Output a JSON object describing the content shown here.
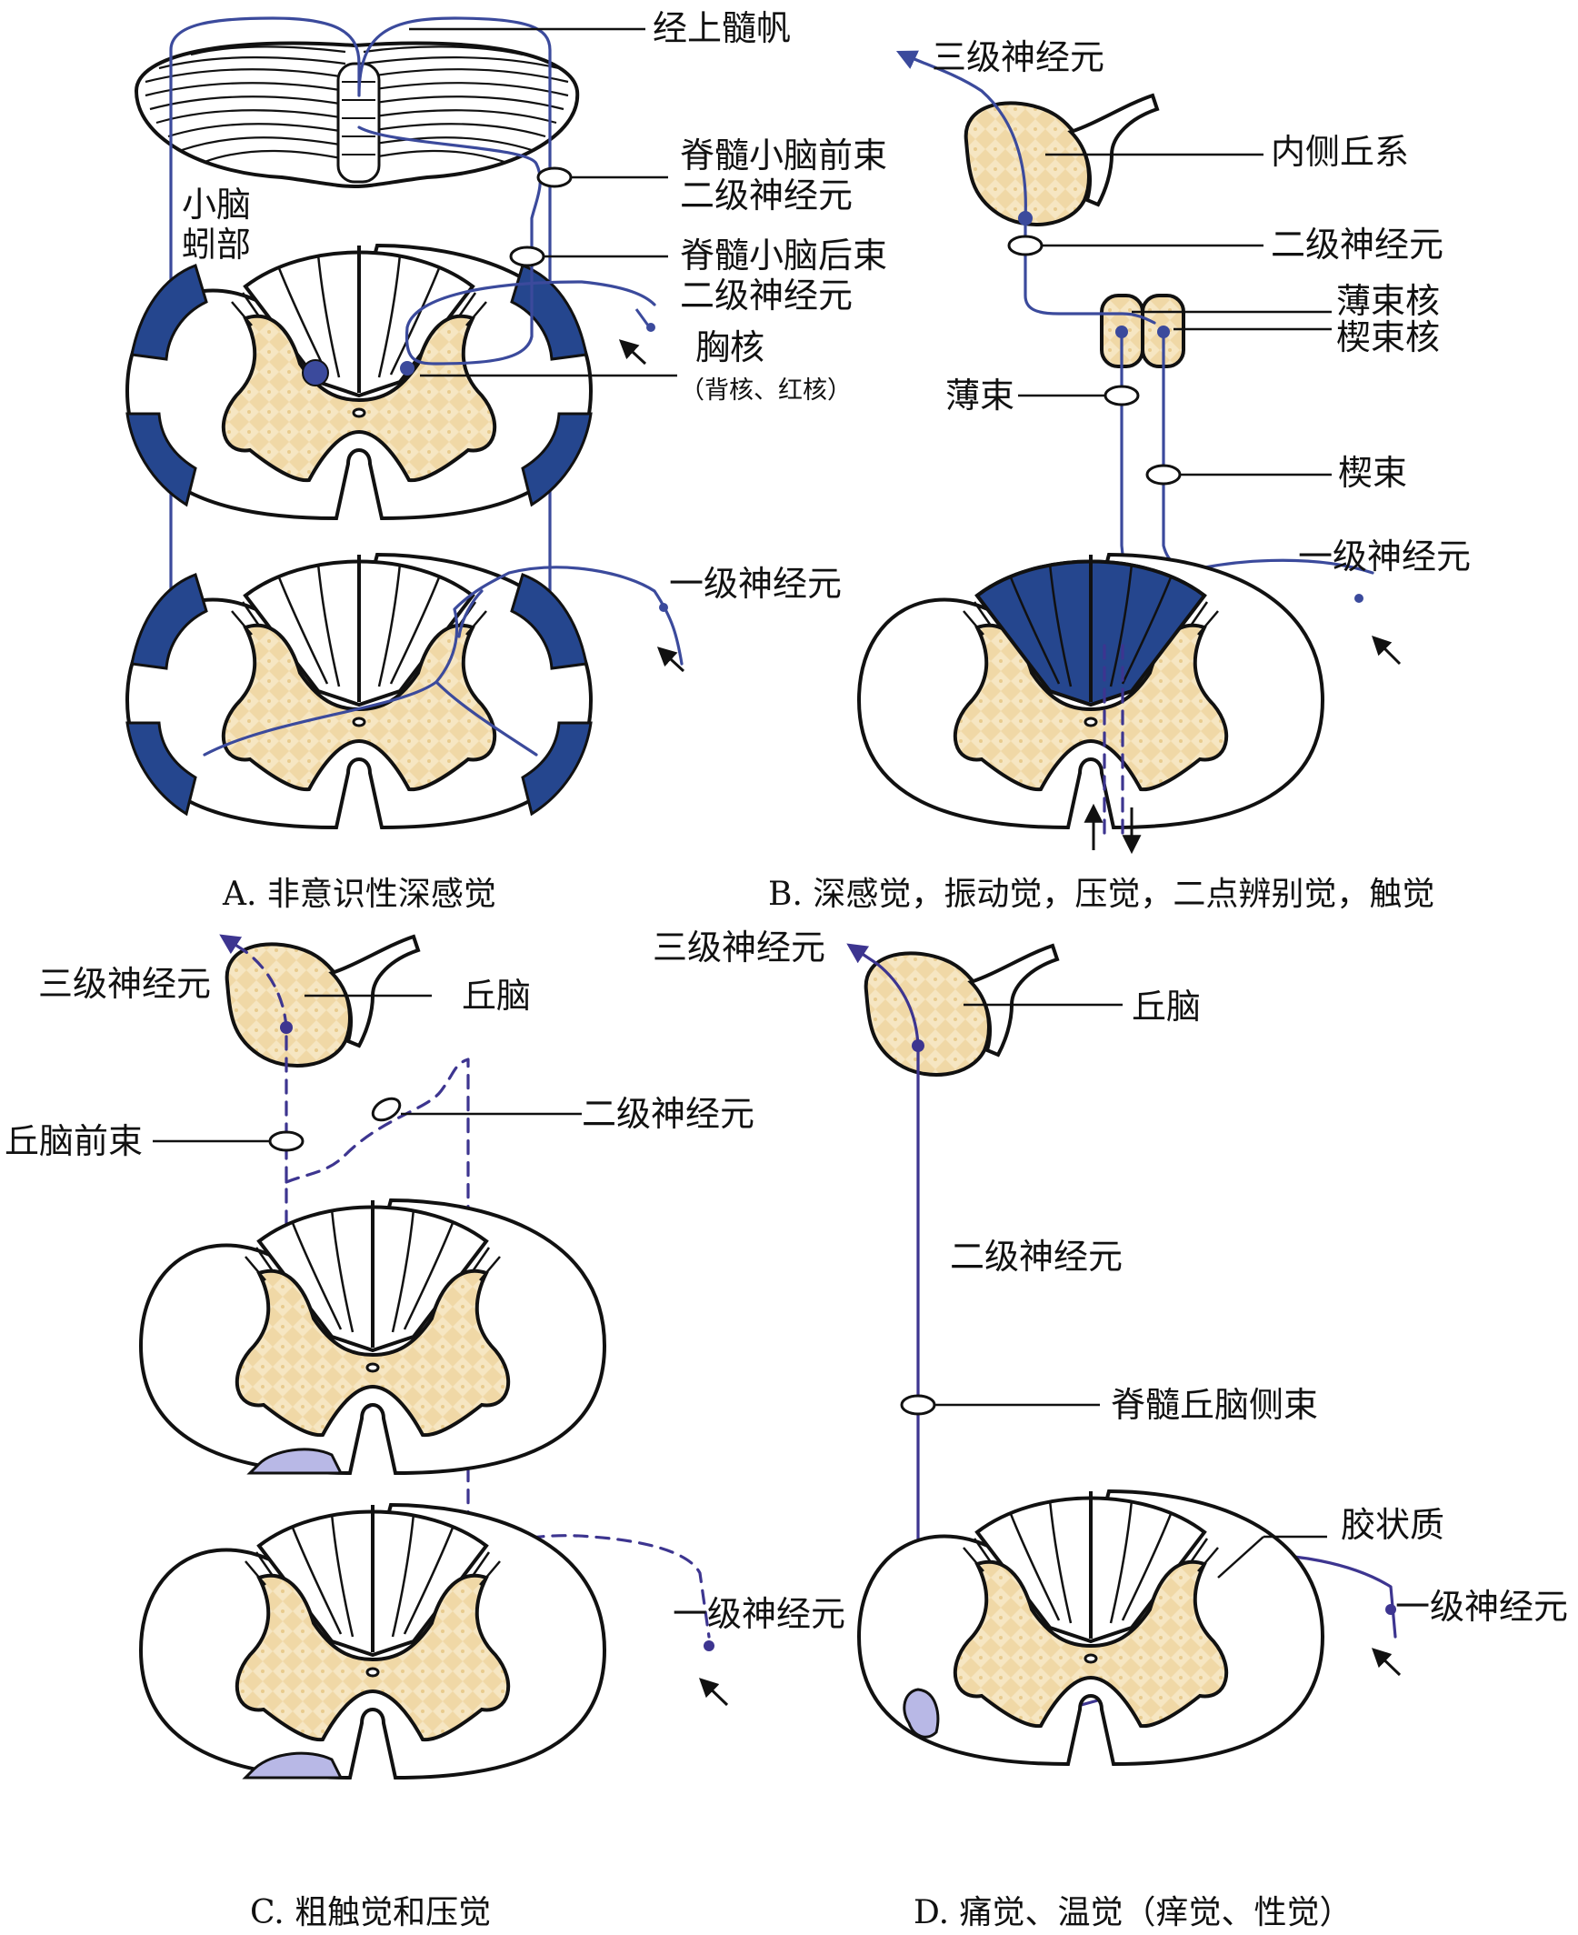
{
  "colors": {
    "pathway_blue": "#3b4a9c",
    "pathway_purple": "#3d3590",
    "tract_fill": "#25468e",
    "lesion_fill": "#b8b8e6",
    "gray_matter": "#f0d8a6"
  },
  "panels": {
    "A": {
      "caption": "A. 非意识性深感觉",
      "labels": {
        "velum": "经上髓帆",
        "anterior_tract_l1": "脊髓小脑前束",
        "anterior_tract_l2": "二级神经元",
        "vermis_l1": "小脑",
        "vermis_l2": "蚓部",
        "posterior_tract_l1": "脊髓小脑后束",
        "posterior_tract_l2": "二级神经元",
        "nucleus": "胸核",
        "nucleus_sub": "（背核、红核）",
        "first_neuron": "一级神经元"
      }
    },
    "B": {
      "caption": "B. 深感觉，振动觉，压觉，二点辨别觉，触觉",
      "labels": {
        "third_neuron": "三级神经元",
        "medial_lemniscus": "内侧丘系",
        "second_neuron": "二级神经元",
        "gracile_nucleus": "薄束核",
        "cuneate_nucleus": "楔束核",
        "gracile_tract": "薄束",
        "cuneate_tract": "楔束",
        "first_neuron": "一级神经元"
      }
    },
    "C": {
      "caption": "C. 粗触觉和压觉",
      "labels": {
        "third_neuron": "三级神经元",
        "thalamus": "丘脑",
        "second_neuron": "二级神经元",
        "anterior_tract": "丘脑前束",
        "first_neuron": "一级神经元"
      }
    },
    "D": {
      "caption": "D. 痛觉、温觉（痒觉、性觉）",
      "labels": {
        "third_neuron": "三级神经元",
        "thalamus": "丘脑",
        "second_neuron": "二级神经元",
        "lateral_tract": "脊髓丘脑侧束",
        "substantia": "胶状质",
        "first_neuron": "一级神经元"
      }
    }
  }
}
